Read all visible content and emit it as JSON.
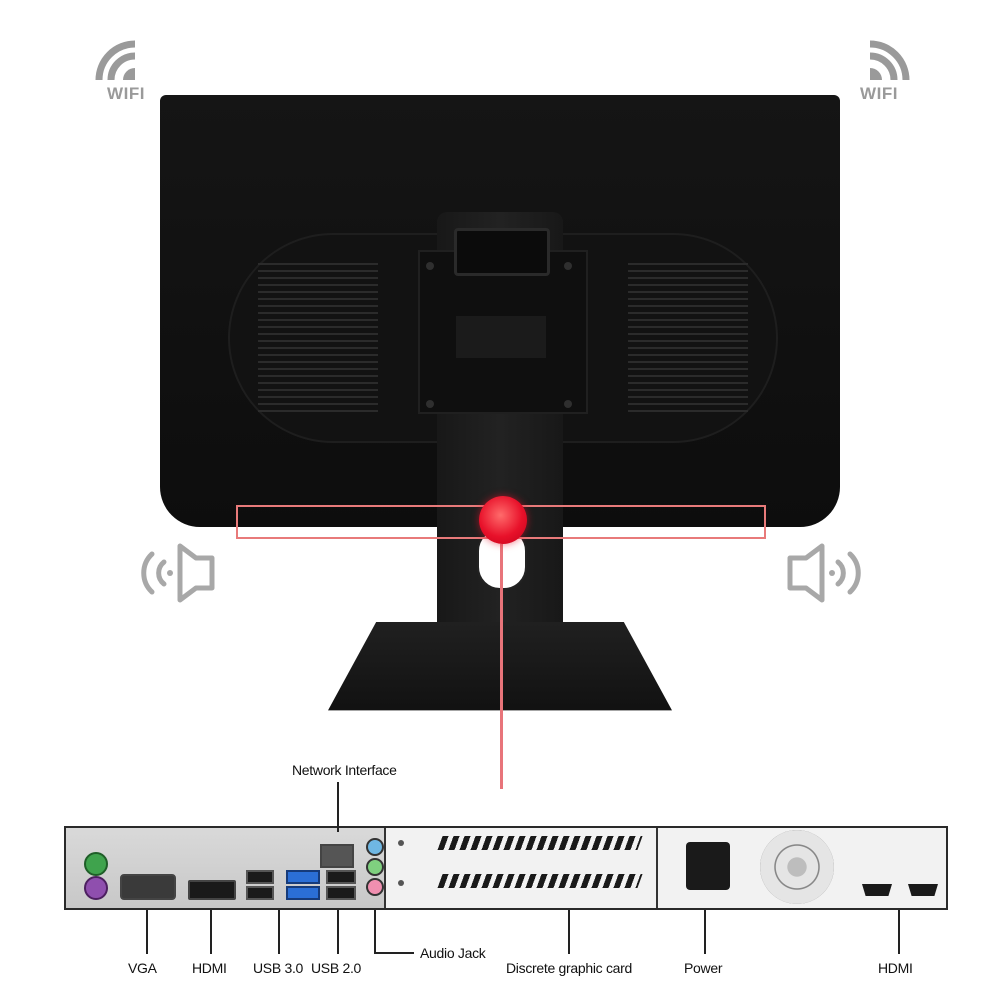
{
  "badges": {
    "wifi_label": "WIFI"
  },
  "icons": {
    "wifi": "wifi-icon",
    "speaker_left": "speaker-icon",
    "speaker_right": "speaker-icon"
  },
  "colors": {
    "highlight": "#e8112a",
    "highlight_line": "#e8747a",
    "icon_gray": "#9a9a9a"
  },
  "ports": {
    "network": "Network Interface",
    "vga": "VGA",
    "hdmi_left": "HDMI",
    "usb3": "USB 3.0",
    "usb2": "USB 2.0",
    "audio": "Audio Jack",
    "graphics": "Discrete graphic card",
    "power": "Power",
    "hdmi_right": "HDMI"
  }
}
